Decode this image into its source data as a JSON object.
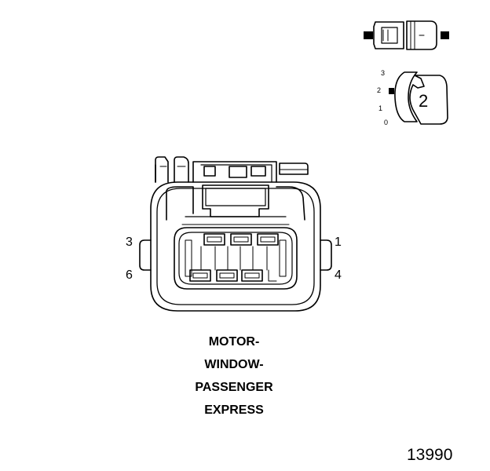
{
  "diagram": {
    "title_lines": [
      "MOTOR-",
      "WINDOW-",
      "PASSENGER",
      "EXPRESS"
    ],
    "pin_labels": {
      "top_left": "3",
      "top_right": "1",
      "bottom_left": "6",
      "bottom_right": "4"
    },
    "figure_number": "13990"
  },
  "key": {
    "number": "2",
    "scale_labels": [
      "3",
      "2",
      "1",
      "0"
    ]
  }
}
